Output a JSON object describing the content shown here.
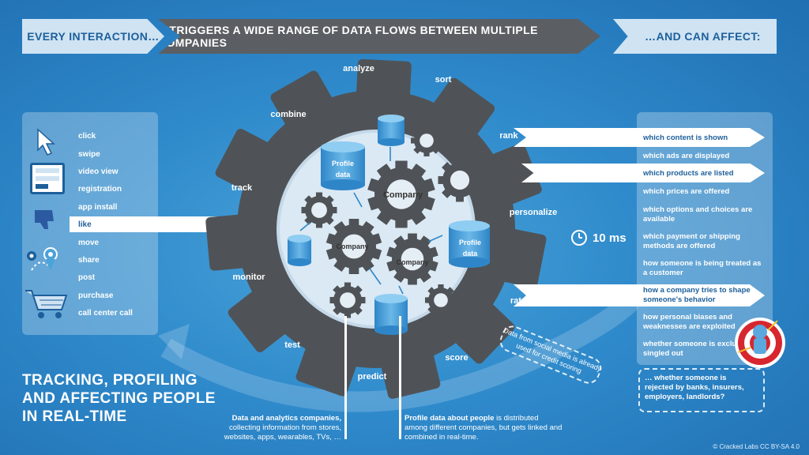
{
  "header": {
    "left": "EVERY INTERACTION…",
    "middle": "…TRIGGERS A WIDE RANGE OF DATA FLOWS BETWEEN MULTIPLE COMPANIES",
    "right": "…AND CAN AFFECT:"
  },
  "interactions": [
    "click",
    "swipe",
    "video view",
    "registration",
    "app install",
    "like",
    "move",
    "share",
    "post",
    "purchase",
    "call center call"
  ],
  "highlighted_interaction": "like",
  "gear_labels": [
    "analyze",
    "sort",
    "rank",
    "personalize",
    "rate",
    "score",
    "predict",
    "test",
    "monitor",
    "track",
    "combine"
  ],
  "inner": {
    "company": "Company",
    "profile_data": "Profile data"
  },
  "timer": "10 ms",
  "effects": [
    "which content is shown",
    "which ads are displayed",
    "which products are listed",
    "which prices are offered",
    "which options and choices are available",
    "which payment or shipping methods are offered",
    "how someone is being treated as a customer",
    "how a company tries to shape someone's behavior",
    "how personal biases and weaknesses are exploited",
    "whether someone is excluded or singled out"
  ],
  "credit_note": "… whether someone is rejected by banks, insurers, employers, landlords?",
  "social_note": "Data from social media is already used for credit scoring",
  "bottom_notes": {
    "left_bold": "Data and analytics companies,",
    "left_rest": "collecting information from stores, websites, apps, wearables, TVs, …",
    "right_bold": "Profile data about people",
    "right_rest": "is distributed among different companies, but gets linked and combined in real-time."
  },
  "title_lines": [
    "TRACKING, PROFILING",
    "AND AFFECTING PEOPLE",
    "IN REAL-TIME"
  ],
  "copyright": "© Cracked Labs CC BY-SA 4.0"
}
